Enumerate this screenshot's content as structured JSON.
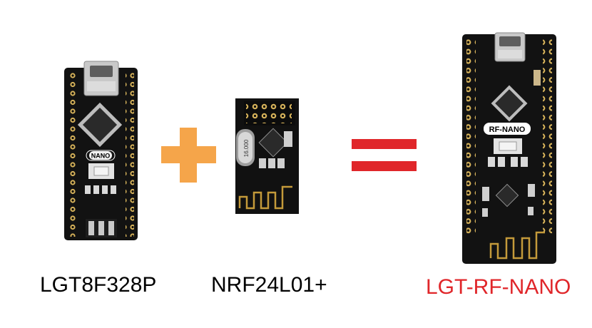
{
  "products": [
    {
      "name": "LGT8F328P",
      "board_label": "NANO"
    },
    {
      "name": "NRF24L01+",
      "crystal_label": "16.000"
    },
    {
      "name": "LGT-RF-NANO",
      "board_label": "RF-NANO"
    }
  ],
  "operators": {
    "plus": "+",
    "equals": "="
  },
  "colors": {
    "plus": "#f5a54a",
    "equals": "#e0262a",
    "result_caption": "#e0262a",
    "pcb": "#121212",
    "pin": "#d6b25a"
  }
}
